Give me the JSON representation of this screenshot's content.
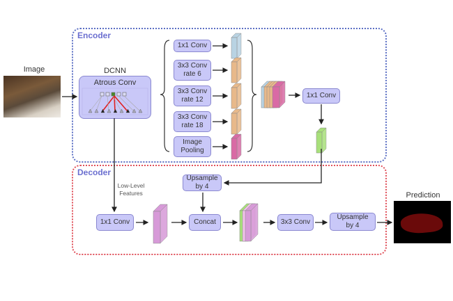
{
  "encoder": {
    "title": "Encoder"
  },
  "decoder": {
    "title": "Decoder"
  },
  "input": {
    "label": "Image"
  },
  "dcnn": {
    "label": "DCNN",
    "block": "Atrous Conv"
  },
  "aspp": [
    {
      "line1": "1x1 Conv",
      "line2": "",
      "color": "#b9d3e3"
    },
    {
      "line1": "3x3 Conv",
      "line2": "rate 6",
      "color": "#e8b98a"
    },
    {
      "line1": "3x3 Conv",
      "line2": "rate 12",
      "color": "#e8b98a"
    },
    {
      "line1": "3x3 Conv",
      "line2": "rate 18",
      "color": "#e8b98a"
    },
    {
      "line1": "Image",
      "line2": "Pooling",
      "color": "#d96aa5"
    }
  ],
  "encoder_conv": "1x1 Conv",
  "decoder_nodes": {
    "low_level": "Low-Level\nFeatures",
    "conv1x1": "1x1 Conv",
    "upsample1": "Upsample\nby 4",
    "concat": "Concat",
    "conv3x3": "3x3 Conv",
    "upsample2": "Upsample\nby 4"
  },
  "output": {
    "label": "Prediction"
  },
  "colors": {
    "encoder_border": "#5b6fc4",
    "decoder_border": "#e0505a",
    "block_fill": "#c9c8f8",
    "green": "#a8e07a",
    "pink": "#d79ad8"
  }
}
